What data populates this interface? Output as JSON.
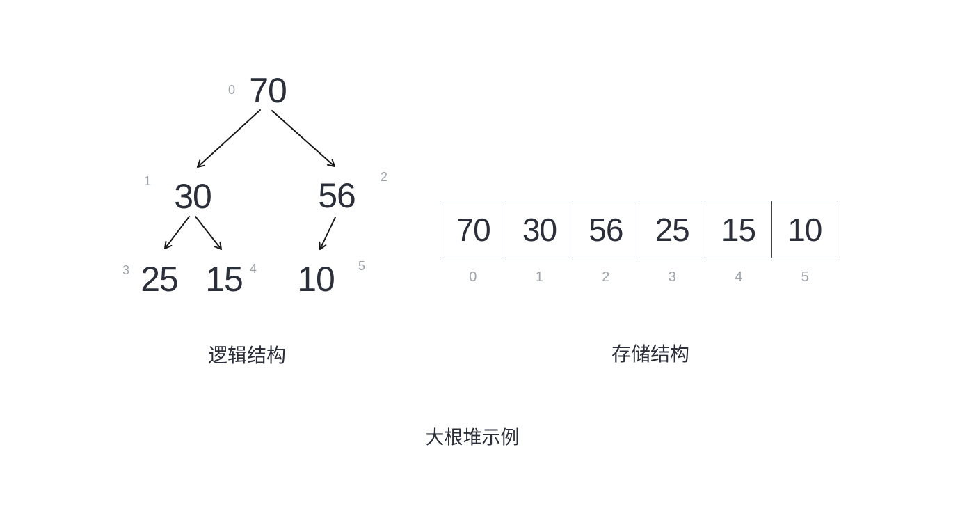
{
  "colors": {
    "text": "#2b2f3a",
    "muted_index": "#9ca3ab",
    "arrow": "#17181a",
    "cell_border": "#3f434c",
    "background": "#ffffff"
  },
  "title": "大根堆示例",
  "tree": {
    "caption": "逻辑结构",
    "nodes": [
      {
        "value": "70",
        "index": "0"
      },
      {
        "value": "30",
        "index": "1"
      },
      {
        "value": "56",
        "index": "2"
      },
      {
        "value": "25",
        "index": "3"
      },
      {
        "value": "15",
        "index": "4"
      },
      {
        "value": "10",
        "index": "5"
      }
    ],
    "edges": [
      {
        "from": "70",
        "to": "30"
      },
      {
        "from": "70",
        "to": "56"
      },
      {
        "from": "30",
        "to": "25"
      },
      {
        "from": "30",
        "to": "15"
      },
      {
        "from": "56",
        "to": "10"
      }
    ]
  },
  "storage": {
    "caption": "存储结构",
    "cells": [
      {
        "value": "70",
        "index": "0"
      },
      {
        "value": "30",
        "index": "1"
      },
      {
        "value": "56",
        "index": "2"
      },
      {
        "value": "25",
        "index": "3"
      },
      {
        "value": "15",
        "index": "4"
      },
      {
        "value": "10",
        "index": "5"
      }
    ]
  }
}
